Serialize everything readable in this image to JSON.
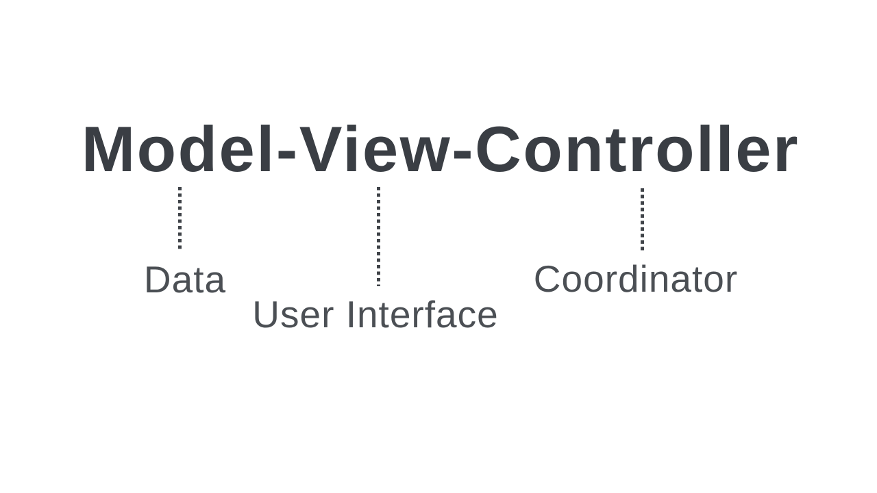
{
  "slide": {
    "title": "Model-View-Controller",
    "concepts": [
      {
        "component": "Model",
        "meaning": "Data"
      },
      {
        "component": "View",
        "meaning": "User Interface"
      },
      {
        "component": "Controller",
        "meaning": "Coordinator"
      }
    ],
    "colors": {
      "background": "#ffffff",
      "title_text": "#3a3e44",
      "label_text": "#4b4f54",
      "connector": "#404449"
    }
  }
}
